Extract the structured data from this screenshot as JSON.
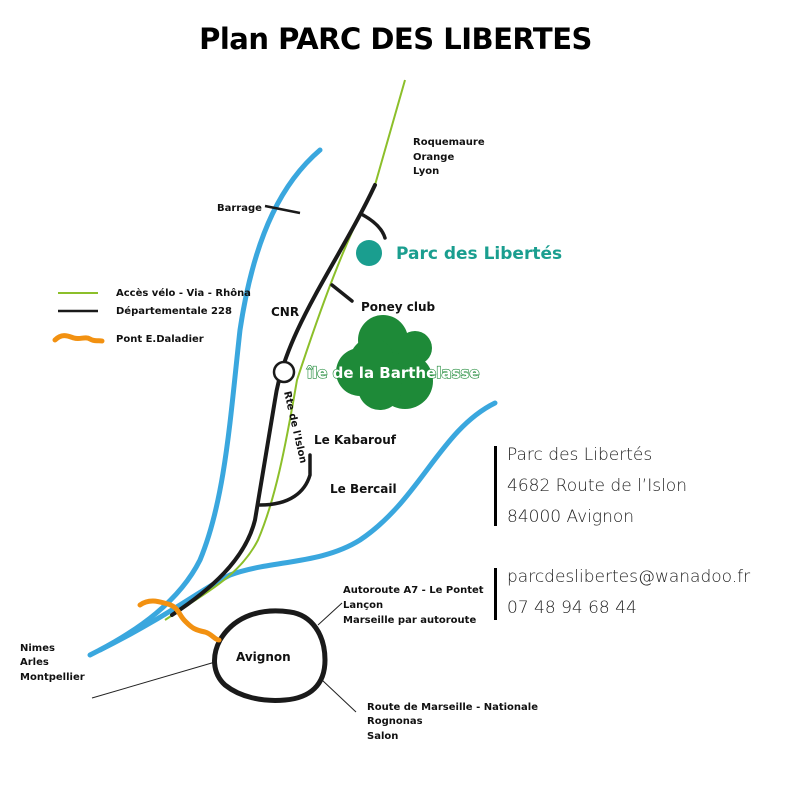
{
  "title": "Plan PARC DES LIBERTES",
  "legend": {
    "bike": "Accès vélo - Via - Rhôna",
    "road": "Départementale 228",
    "bridge": "Pont E.Daladier"
  },
  "places": {
    "north": [
      "Roquemaure",
      "Orange",
      "Lyon"
    ],
    "barrage": "Barrage",
    "parc": "Parc des Libertés",
    "poney": "Poney club",
    "cnr": "CNR",
    "ile": "île de la Barthelasse",
    "road_name": "Rte de l'Islon",
    "kabarouf": "Le Kabarouf",
    "bercail": "Le Bercail",
    "a7": [
      "Autoroute A7 - Le Pontet",
      "Lançon",
      "Marseille par autoroute"
    ],
    "avignon": "Avignon",
    "west": [
      "Nimes",
      "Arles",
      "Montpellier"
    ],
    "south": [
      "Route de Marseille - Nationale",
      "Rognonas",
      "Salon"
    ]
  },
  "address": {
    "name": "Parc des Libertés",
    "street": "4682 Route de l’Islon",
    "city": "84000 Avignon"
  },
  "contact": {
    "email": "parcdeslibertes@wanadoo.fr",
    "phone": "07 48 94 68 44"
  },
  "colors": {
    "river": "#3aa7de",
    "bike": "#8cbf2a",
    "road": "#1a1a1a",
    "bridge": "#f29111",
    "parc": "#1a9e8f",
    "island": "#1e8a38"
  }
}
